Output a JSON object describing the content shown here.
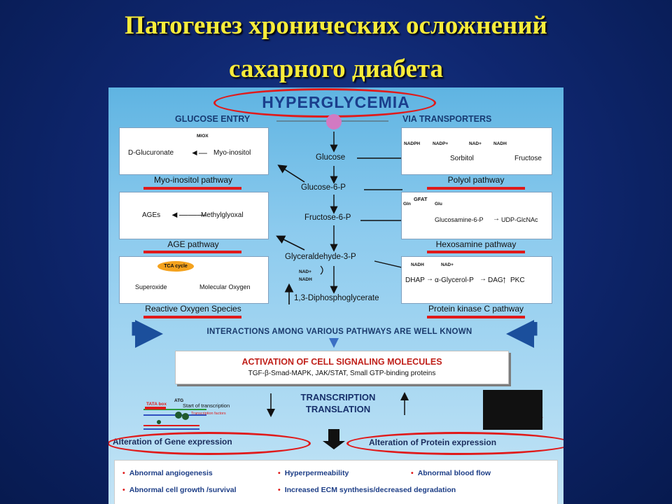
{
  "slide": {
    "title_line1": "Патогенез хронических осложнений",
    "title_line2": "сахарного диабета"
  },
  "diagram": {
    "hyperglycemia": "HYPERGLYCEMIA",
    "entry_left": "GLUCOSE ENTRY",
    "entry_right": "VIA TRANSPORTERS",
    "center": {
      "glucose": "Glucose",
      "g6p": "Glucose-6-P",
      "f6p": "Fructose-6-P",
      "g3p": "Glyceraldehyde-3-P",
      "nad": "NAD+",
      "nadh": "NADH",
      "dpg": "1,3-Diphosphoglycerate"
    },
    "myo": {
      "miox": "MIOX",
      "left": "D-Glucuronate",
      "right": "Myo-inositol",
      "label": "Myo-inositol pathway"
    },
    "age": {
      "left": "AGEs",
      "right": "Methylglyoxal",
      "label": "AGE pathway"
    },
    "ros": {
      "tca": "TCA cycle",
      "left": "Superoxide",
      "right": "Molecular Oxygen",
      "label": "Reactive Oxygen Species"
    },
    "polyol": {
      "nadph": "NADPH",
      "nadp": "NADP+",
      "nad": "NAD+",
      "nadh": "NADH",
      "sorbitol": "Sorbitol",
      "fructose": "Fructose",
      "label": "Polyol pathway"
    },
    "hexo": {
      "gfat": "GFAT",
      "gln": "Gln",
      "glu": "Glu",
      "main": "Glucosamine-6-P",
      "udp": "UDP-GlcNAc",
      "label": "Hexosamine pathway"
    },
    "pkc": {
      "nadh": "NADH",
      "nad": "NAD+",
      "dhap": "DHAP",
      "agp": "α-Glycerol-P",
      "dag": "DAG",
      "pkc": "PKC",
      "label": "Protein kinase C pathway"
    },
    "interactions": "INTERACTIONS AMONG VARIOUS PATHWAYS ARE WELL KNOWN",
    "signaling_title": "ACTIVATION OF CELL SIGNALING MOLECULES",
    "signaling_sub": "TGF-β-Smad-MAPK,  JAK/STAT,  Small GTP-binding  proteins",
    "transcription": "TRANSCRIPTION",
    "translation": "TRANSLATION",
    "gene_diagram": {
      "tata": "TATA box",
      "atg": "ATG",
      "start": "Start of transcription",
      "tf": "Transcription factors"
    },
    "alt_gene": "Alteration of Gene expression",
    "alt_protein": "Alteration of Protein expression",
    "outcomes": [
      "Abnormal angiogenesis",
      "Hyperpermeability",
      "Abnormal blood flow",
      "Abnormal cell growth /survival",
      "Increased ECM synthesis/decreased degradation"
    ]
  },
  "colors": {
    "title": "#f8ec3a",
    "accent_red": "#e01a1a",
    "panel_blue": "#8dcbee",
    "bg_navy": "#0f2770"
  }
}
